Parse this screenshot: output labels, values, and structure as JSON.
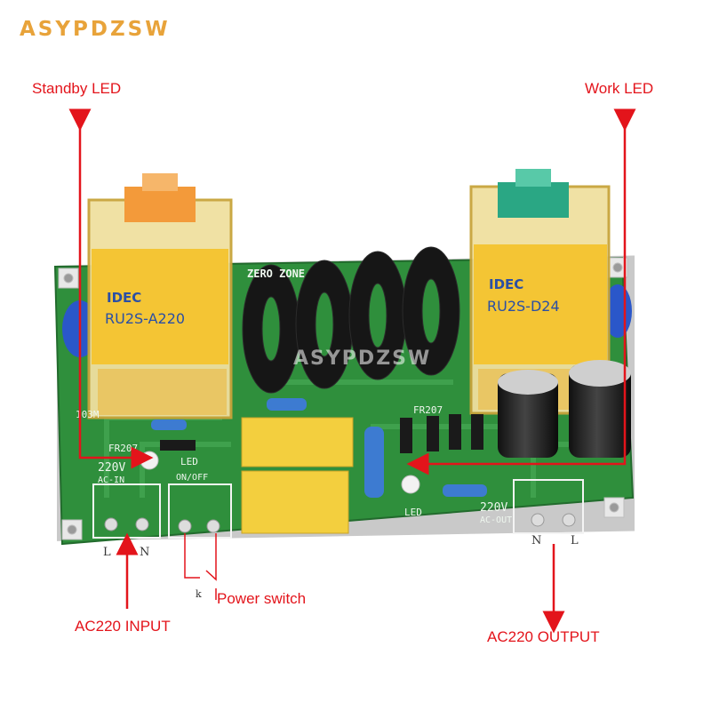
{
  "brand": {
    "name": "ASYPDZSW"
  },
  "watermark": "ASYPDZSW",
  "annotations": {
    "standby_led": "Standby LED",
    "work_led": "Work LED",
    "ac_input": "AC220 INPUT",
    "power_switch": "Power switch",
    "ac_output": "AC220 OUTPUT"
  },
  "board": {
    "relay_left": {
      "brand": "IDEC",
      "model": "RU2S-A220"
    },
    "relay_right": {
      "brand": "IDEC",
      "model": "RU2S-D24"
    },
    "silkscreen": {
      "fr207_left": "FR207",
      "fr207_right": "FR207",
      "led_left": "LED",
      "led_right": "LED",
      "v_in": "220V",
      "ac_in": "AC-IN",
      "on_off": "ON/OFF",
      "v_out": "220V",
      "ac_out": "AC-OUT",
      "cap_code": "103M",
      "zero_one": "ZERO ZONE",
      "pin_l_in": "L",
      "pin_n_in": "N",
      "pin_n_out": "N",
      "pin_l_out": "L",
      "switch_k": "k"
    }
  },
  "colors": {
    "pcb_green": "#2f8f3c",
    "relay_yellow": "#f2c94c",
    "annotation_red": "#e3141b",
    "brand_orange": "#e8a33a"
  }
}
